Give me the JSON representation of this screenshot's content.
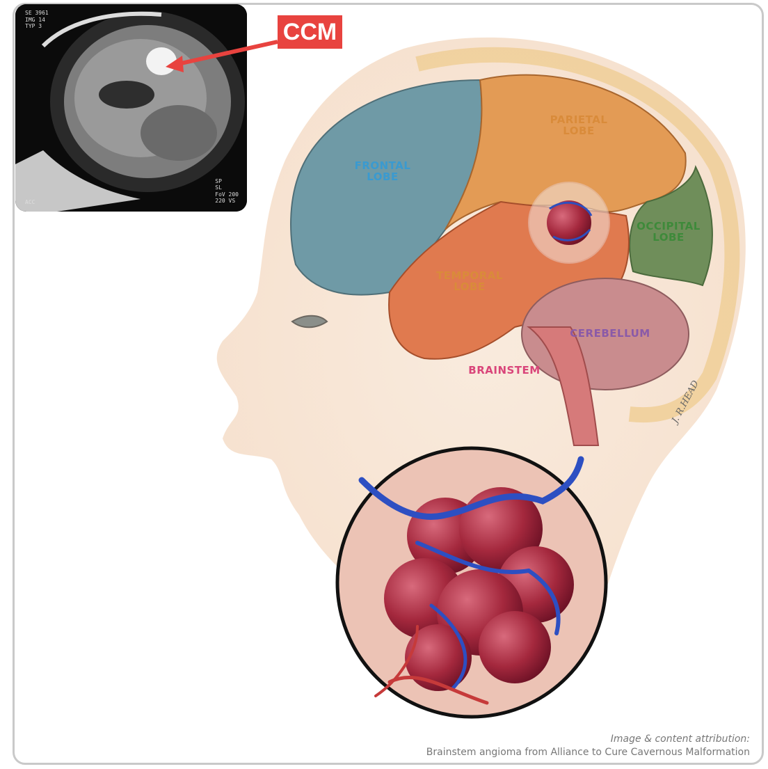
{
  "callout": {
    "label": "CCM"
  },
  "mri": {
    "header_lines": [
      "SE 3961",
      "IMG 14",
      "TYP 3"
    ],
    "side_lines": [
      "SP",
      "SL",
      "FoV 200",
      "220 VS"
    ],
    "corner": "ACC"
  },
  "labels": {
    "frontal": "FRONTAL\nLOBE",
    "parietal": "PARIETAL\nLOBE",
    "occipital": "OCCIPITAL\nLOBE",
    "temporal": "TEMPORAL\nLOBE",
    "cerebellum": "CEREBELLUM",
    "brainstem": "BRAINSTEM"
  },
  "signature": "J. R.HEAD",
  "attribution": {
    "title": "Image & content attribution:",
    "text": "Brainstem angioma from Alliance to Cure Cavernous Malformation"
  },
  "colors": {
    "callout": "#e8433f",
    "frontal": "#3a9ad0",
    "parietal": "#d98b3a",
    "occipital": "#3e8a3a",
    "temporal": "#d98b3a",
    "cerebellum": "#8a5aa8",
    "brainstem": "#d9457a"
  }
}
